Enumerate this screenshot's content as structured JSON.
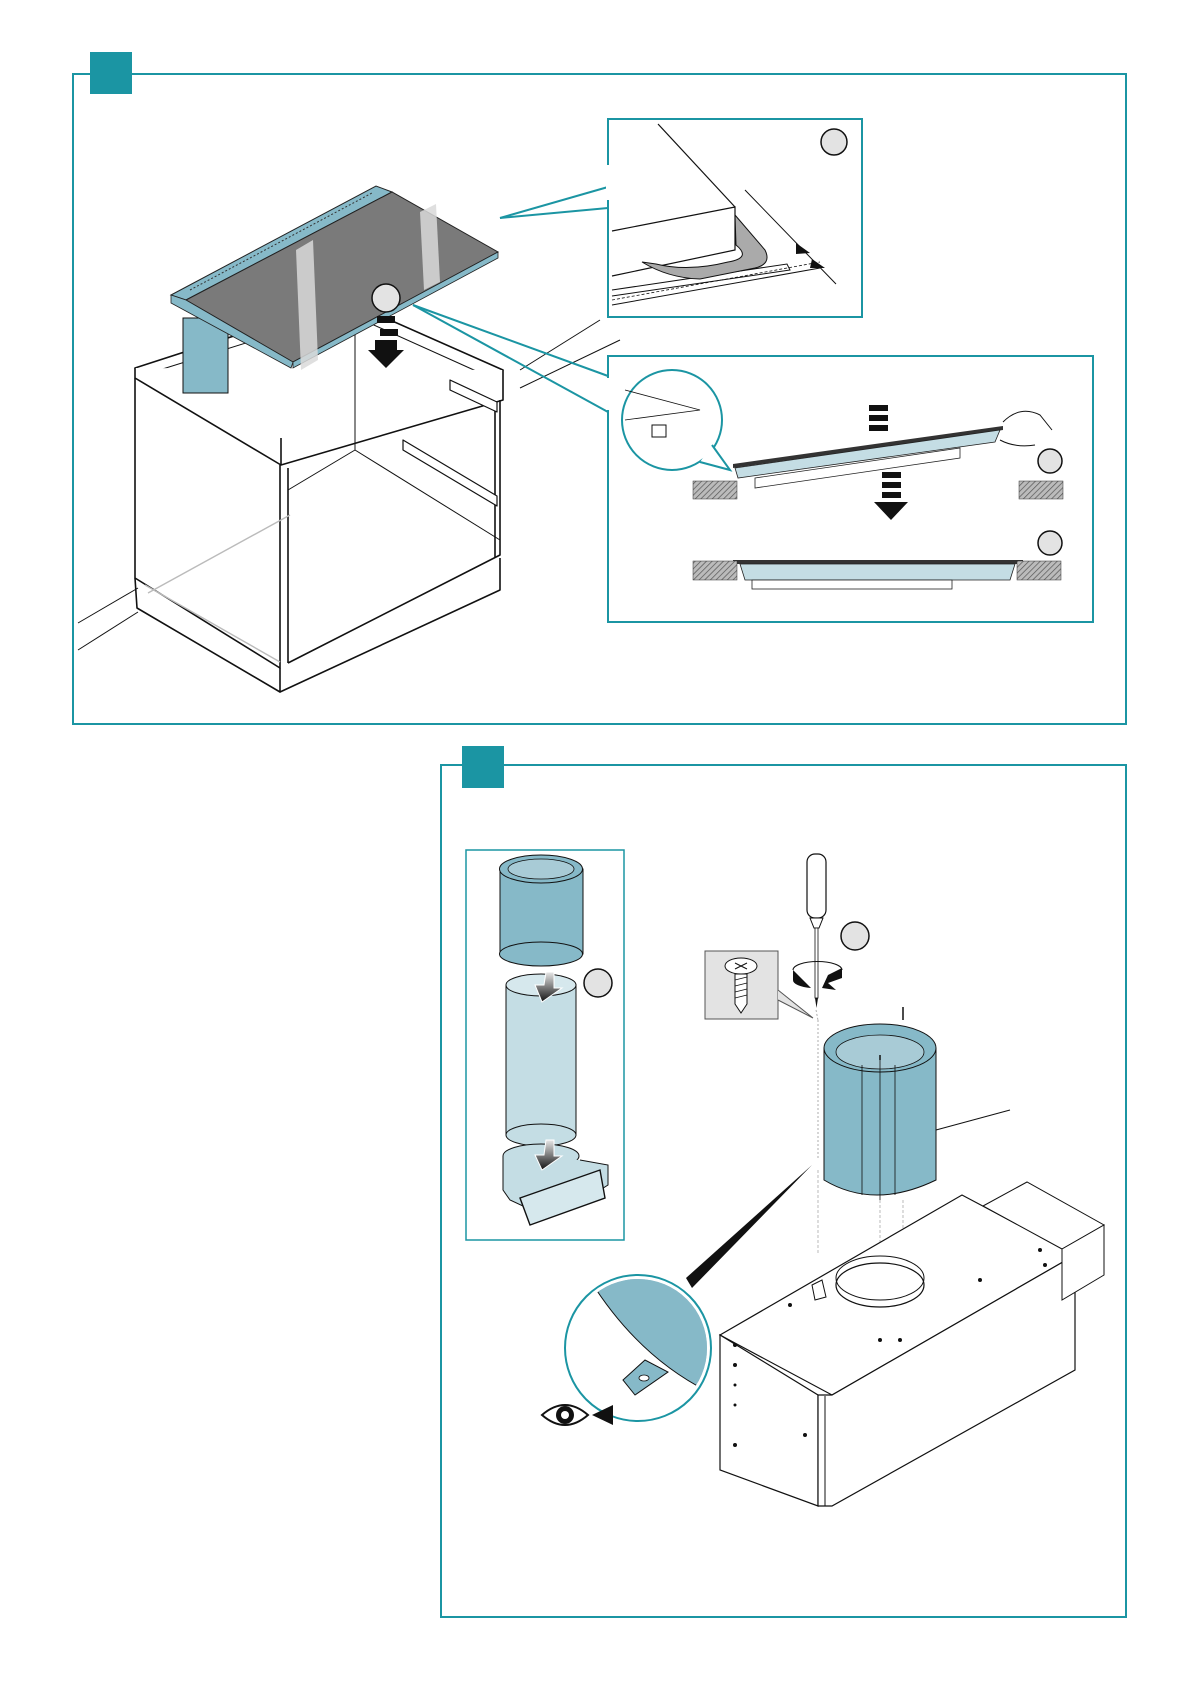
{
  "page": {
    "type": "assembly-instructions",
    "accent_color": "#1b95a3",
    "part_color": "#86b9c8",
    "part_light_color": "#c4dde4",
    "glass_color": "#7a7a7a",
    "callout_fill": "#e3e3e3"
  },
  "steps": [
    {
      "id": "step-a",
      "badge_label": "",
      "panels": [
        {
          "name": "cabinet-installation-view",
          "callouts": [
            {
              "label": ""
            }
          ]
        },
        {
          "name": "seal-detail-inset",
          "callouts": [
            {
              "label": ""
            }
          ]
        },
        {
          "name": "hob-lowering-inset",
          "callouts": [
            {
              "label": ""
            },
            {
              "label": ""
            }
          ]
        }
      ]
    },
    {
      "id": "step-b",
      "badge_label": "",
      "panels": [
        {
          "name": "duct-assembly-inset",
          "callouts": [
            {
              "label": ""
            }
          ]
        },
        {
          "name": "motor-unit-view",
          "callouts": [
            {
              "label": ""
            }
          ]
        },
        {
          "name": "tab-detail-magnifier",
          "callouts": []
        }
      ]
    }
  ]
}
